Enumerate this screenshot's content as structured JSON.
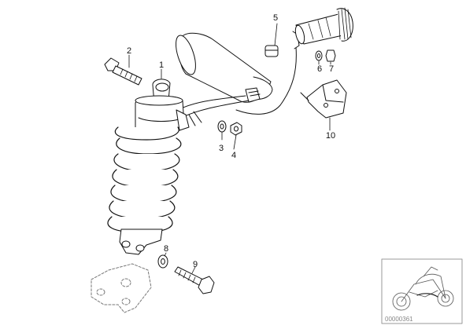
{
  "callouts": [
    {
      "id": "1",
      "label": "1"
    },
    {
      "id": "2",
      "label": "2"
    },
    {
      "id": "3",
      "label": "3"
    },
    {
      "id": "4",
      "label": "4"
    },
    {
      "id": "5",
      "label": "5"
    },
    {
      "id": "6",
      "label": "6"
    },
    {
      "id": "7",
      "label": "7"
    },
    {
      "id": "8",
      "label": "8"
    },
    {
      "id": "9",
      "label": "9"
    },
    {
      "id": "10",
      "label": "10"
    }
  ],
  "thumbnail": {
    "code": "00000361"
  },
  "colors": {
    "ink": "#111111",
    "fill": "#ffffff",
    "shade": "#d8d8d8",
    "frame": "#999999"
  }
}
